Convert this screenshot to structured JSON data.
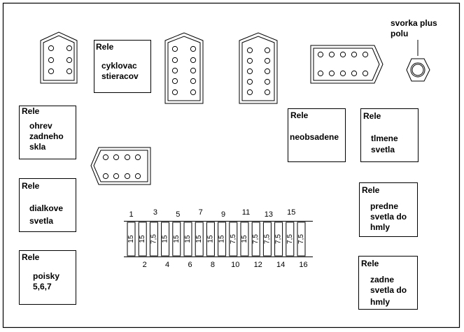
{
  "relays": {
    "cyklovac": {
      "header": "Rele",
      "lines": [
        "cyklovac",
        "stieracov"
      ]
    },
    "ohrev": {
      "header": "Rele",
      "lines": [
        "ohrev",
        "zadneho",
        "skla"
      ]
    },
    "dialkove": {
      "header": "Rele",
      "lines": [
        "dialkove",
        "svetla"
      ]
    },
    "poisky": {
      "header": "Rele",
      "lines": [
        "poisky",
        "5,6,7"
      ]
    },
    "neobsadene": {
      "header": "Rele",
      "lines": [
        "neobsadene"
      ]
    },
    "tlmene": {
      "header": "Rele",
      "lines": [
        "tlmene",
        "svetla"
      ]
    },
    "predne": {
      "header": "Rele",
      "lines": [
        "predne",
        "svetla do",
        "hmly"
      ]
    },
    "zadne": {
      "header": "Rele",
      "lines": [
        "zadne",
        "svetla do",
        "hmly"
      ]
    }
  },
  "terminal": {
    "label_line1": "svorka plus",
    "label_line2": "polu"
  },
  "fuses": {
    "top_numbers": [
      "1",
      "3",
      "5",
      "7",
      "9",
      "11",
      "13",
      "15"
    ],
    "bottom_numbers": [
      "2",
      "4",
      "6",
      "8",
      "10",
      "12",
      "14",
      "16"
    ],
    "ratings": [
      "15",
      "15",
      "7,5",
      "15",
      "15",
      "15",
      "15",
      "15",
      "15",
      "7,5",
      "15",
      "7,5",
      "7,5",
      "7,5",
      "7,5",
      "7,5"
    ]
  },
  "colors": {
    "stroke": "#000000",
    "background": "#ffffff"
  }
}
